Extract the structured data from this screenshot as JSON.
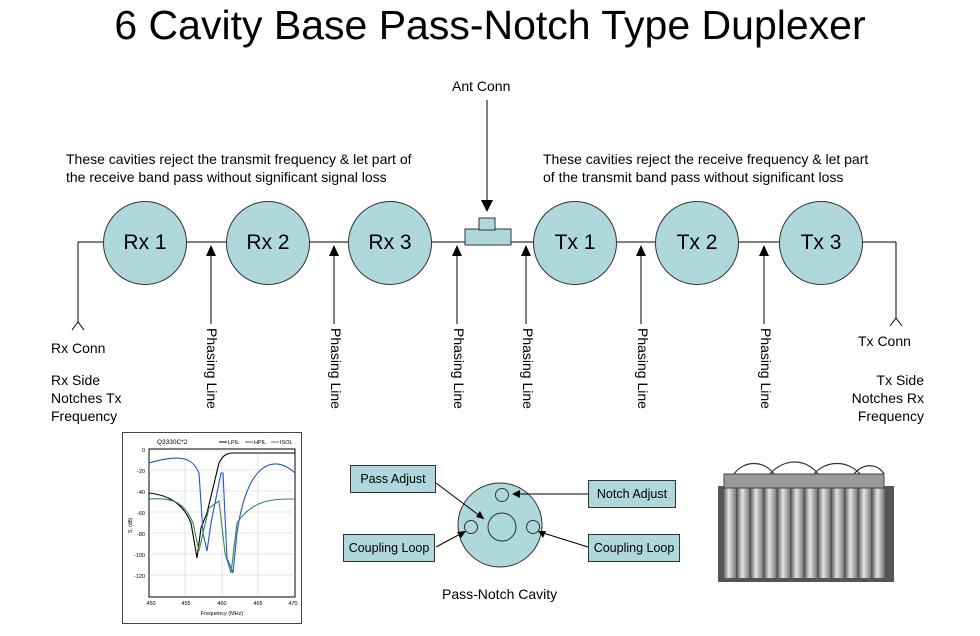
{
  "title": "6 Cavity Base Pass-Notch Type Duplexer",
  "ant_conn": "Ant Conn",
  "rx_note": [
    "These cavities reject the transmit frequency & let part of",
    "the receive band pass without significant signal loss"
  ],
  "tx_note": [
    "These cavities reject the receive frequency & let part",
    "of the transmit band pass without significant loss"
  ],
  "cavities": [
    "Rx 1",
    "Rx 2",
    "Rx 3",
    "Tx 1",
    "Tx 2",
    "Tx 3"
  ],
  "phasing_label": "Phasing Line",
  "rx_conn": "Rx Conn",
  "tx_conn": "Tx Conn",
  "rx_side": [
    "Rx Side",
    "Notches Tx",
    "Frequency"
  ],
  "tx_side": [
    "Tx Side",
    "Notches Rx",
    "Frequency"
  ],
  "cavity_detail": {
    "pass_adjust": "Pass Adjust",
    "notch_adjust": "Notch Adjust",
    "coupling_loop_left": "Coupling Loop",
    "coupling_loop_right": "Coupling Loop",
    "caption": "Pass-Notch Cavity"
  },
  "response_graph": {
    "title": "Q3330C*2",
    "legend": [
      "LPIL",
      "HPIL",
      "ISOL"
    ],
    "xlabel": "Frequency (MHz)",
    "ylabel": "S, (dB)",
    "xticks": [
      "450",
      "455",
      "460",
      "465",
      "470"
    ],
    "yticks": [
      "0",
      "-20",
      "-40",
      "-60",
      "-80",
      "-100",
      "-120"
    ]
  }
}
